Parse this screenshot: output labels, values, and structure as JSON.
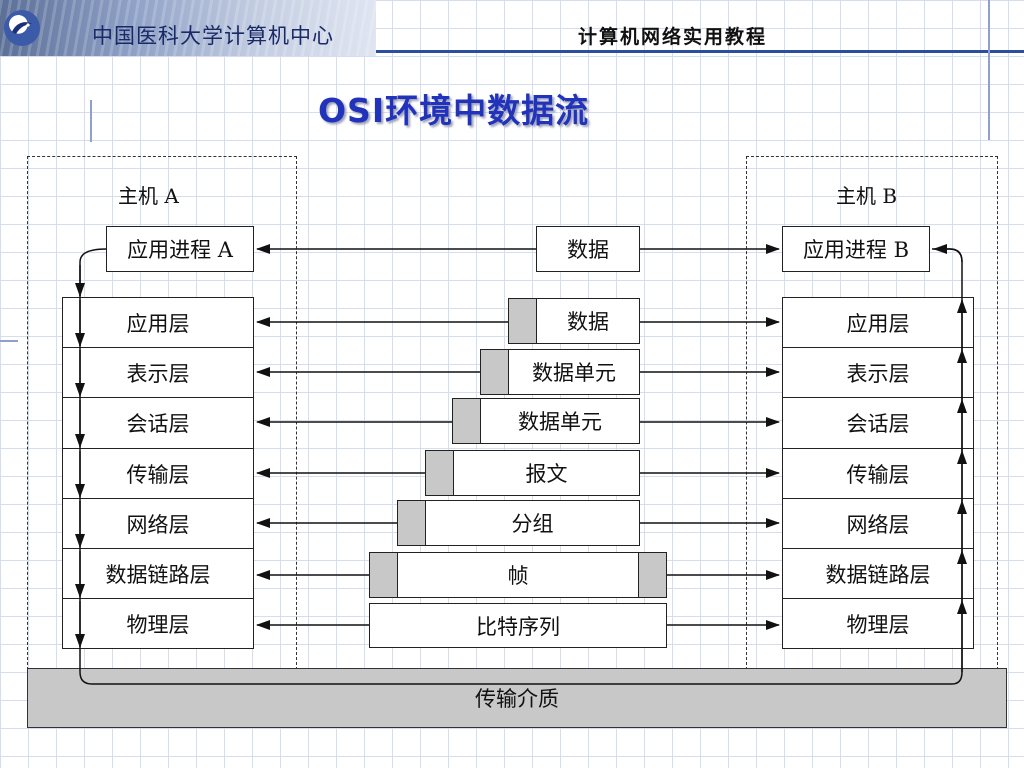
{
  "header": {
    "org_name": "中国医科大学计算机中心",
    "course_title": "计算机网络实用教程"
  },
  "slide_title": "OSI环境中数据流",
  "diagram": {
    "host_a": {
      "label": "主机 A",
      "process": "应用进程 A",
      "layers": [
        "应用层",
        "表示层",
        "会话层",
        "传输层",
        "网络层",
        "数据链路层",
        "物理层"
      ]
    },
    "host_b": {
      "label": "主机 B",
      "process": "应用进程 B",
      "layers": [
        "应用层",
        "表示层",
        "会话层",
        "传输层",
        "网络层",
        "数据链路层",
        "物理层"
      ]
    },
    "process_data": "数据",
    "pdus": [
      "数据",
      "数据单元",
      "数据单元",
      "报文",
      "分组",
      "帧",
      "比特序列"
    ],
    "medium": "传输介质"
  }
}
